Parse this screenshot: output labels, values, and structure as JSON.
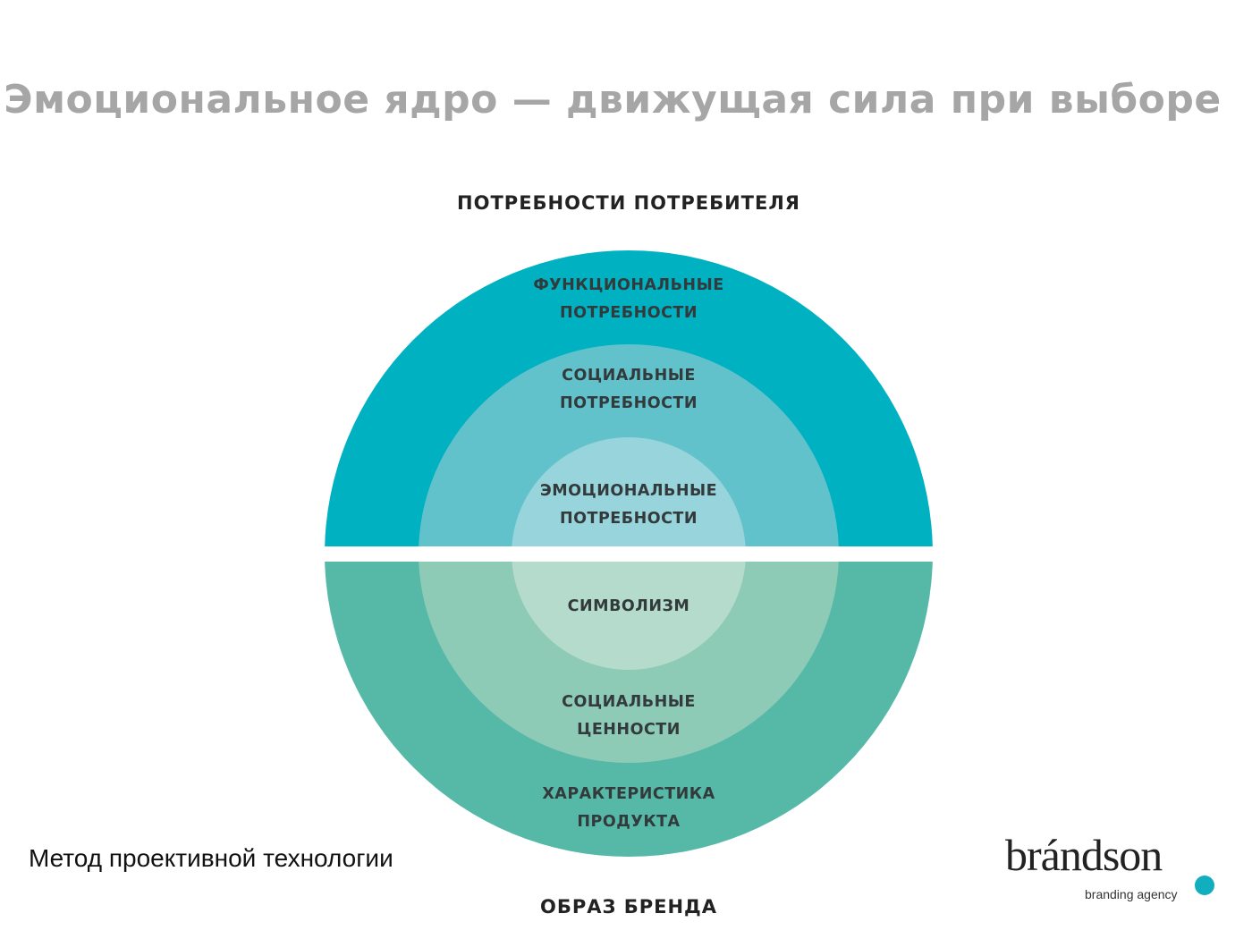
{
  "title": "Эмоциональное ядро — движущая сила при выборе",
  "top_heading": "ПОТРЕБНОСТИ ПОТРЕБИТЕЛЯ",
  "bottom_heading": "ОБРАЗ БРЕНДА",
  "top_rings": [
    {
      "line1": "ФУНКЦИОНАЛЬНЫЕ",
      "line2": "ПОТРЕБНОСТИ",
      "color": "#00b1c1"
    },
    {
      "line1": "СОЦИАЛЬНЫЕ",
      "line2": "ПОТРЕБНОСТИ",
      "color": "#62c2cb"
    },
    {
      "line1": "ЭМОЦИОНАЛЬНЫЕ",
      "line2": "ПОТРЕБНОСТИ",
      "color": "#98d4db"
    }
  ],
  "bottom_rings": [
    {
      "line1": "ХАРАКТЕРИСТИКА",
      "line2": "ПРОДУКТА",
      "color": "#56b9a8"
    },
    {
      "line1": "СОЦИАЛЬНЫЕ",
      "line2": "ЦЕННОСТИ",
      "color": "#8ecbb7"
    },
    {
      "line1": "СИМВОЛИЗМ",
      "color": "#b4dbcb"
    }
  ],
  "method_caption": "Метод проективной технологии",
  "logo": {
    "name": "brándson",
    "tagline": "branding agency",
    "accent": "#11aebf"
  }
}
